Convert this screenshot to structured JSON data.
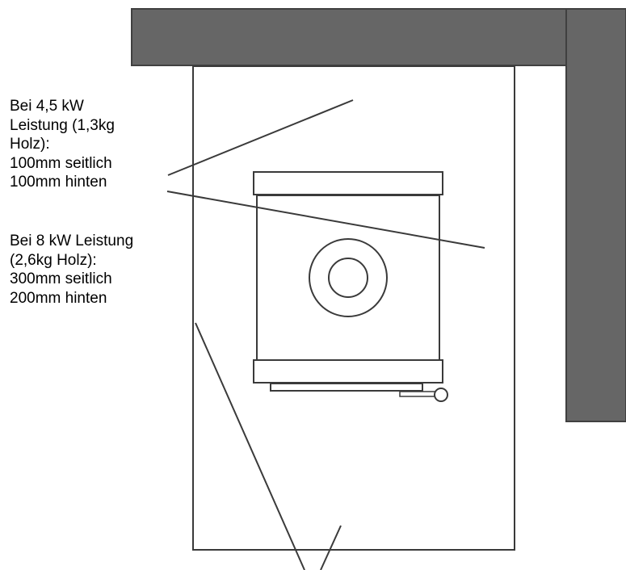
{
  "diagram": {
    "colors": {
      "wall": "#666666",
      "wall_edge": "#404040",
      "outline": "#3a3a3a",
      "background": "#ffffff",
      "text": "#000000"
    },
    "notes": {
      "small_output": {
        "line1": "Bei 4,5 kW",
        "line2": "Leistung (1,3kg",
        "line3": "Holz):",
        "line4": "100mm seitlich",
        "line5": "100mm hinten"
      },
      "large_output": {
        "line1": "Bei 8 kW Leistung",
        "line2": "(2,6kg Holz):",
        "line3": "300mm seitlich",
        "line4": "200mm hinten"
      }
    }
  }
}
